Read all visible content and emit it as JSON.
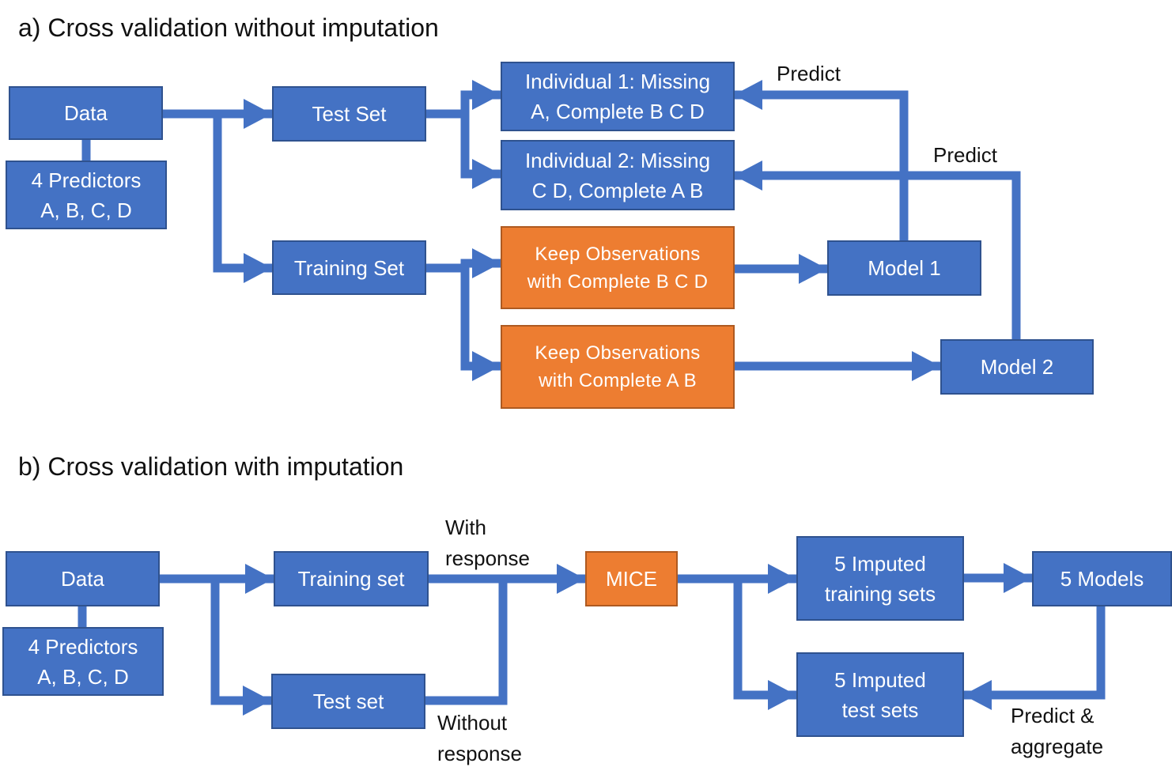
{
  "section_a": {
    "title": "a) Cross validation without imputation",
    "data": "Data",
    "predictors": "4 Predictors\nA, B, C, D",
    "test_set": "Test Set",
    "training_set": "Training Set",
    "individual1": "Individual 1: Missing\nA, Complete B C D",
    "individual2": "Individual 2: Missing\nC D, Complete A B",
    "keep_bcd": "Keep Observations\nwith Complete B C D",
    "keep_ab": "Keep Observations\nwith Complete A B",
    "model1": "Model 1",
    "model2": "Model 2",
    "predict1": "Predict",
    "predict2": "Predict"
  },
  "section_b": {
    "title": "b) Cross validation with imputation",
    "data": "Data",
    "predictors": "4 Predictors\nA, B, C, D",
    "training_set": "Training set",
    "test_set": "Test set",
    "with_response": "With\nresponse",
    "without_response": "Without\nresponse",
    "mice": "MICE",
    "imputed_training": "5 Imputed\ntraining sets",
    "imputed_test": "5 Imputed\ntest sets",
    "models": "5 Models",
    "predict_aggregate": "Predict &\naggregate"
  },
  "colors": {
    "box_blue": "#4472C4",
    "box_blue_border": "#2F528F",
    "box_orange": "#ED7D31",
    "box_orange_border": "#AE5A21",
    "connector": "#4472C4"
  }
}
